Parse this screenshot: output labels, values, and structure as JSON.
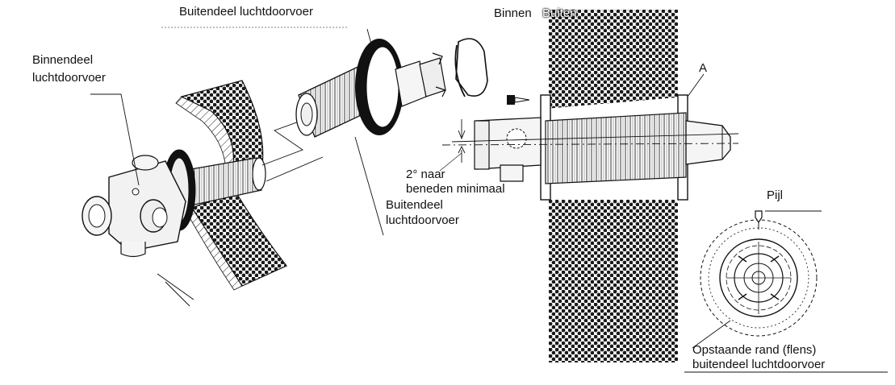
{
  "labels": {
    "buitendeel_top": "Buitendeel luchtdoorvoer",
    "binnen": "Binnen",
    "buiten": "Buiten",
    "binnendeel_line1": "Binnendeel",
    "binnendeel_line2": "luchtdoorvoer",
    "a": "A",
    "angle_line1": "2° naar",
    "angle_line2": "beneden minimaal",
    "buitendeel_mid_line1": "Buitendeel",
    "buitendeel_mid_line2": "luchtdoorvoer",
    "pijl": "Pijl",
    "flens_line1": "Opstaande rand (flens)",
    "flens_line2": "buitendeel luchtdoorvoer"
  },
  "colors": {
    "ink": "#111111",
    "paper": "#ffffff",
    "dots": "#1a1a1a"
  }
}
